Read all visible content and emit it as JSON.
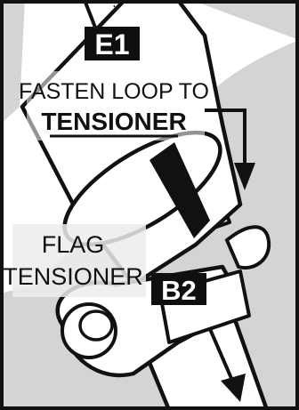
{
  "diagram": {
    "step_badge": "E1",
    "instruction_line_1": "FASTEN LOOP TO",
    "instruction_line_2": "TENSIONER",
    "flag_line_1": "FLAG",
    "flag_line_2": "TENSIONER",
    "part_badge": "B2"
  },
  "colors": {
    "background_gray": "#d4d4d4",
    "parts_white": "#ffffff",
    "outline_black": "#111111",
    "badge_black": "#0f0f0f",
    "badge_text": "#ffffff",
    "label_backdrop": "#ececec"
  }
}
